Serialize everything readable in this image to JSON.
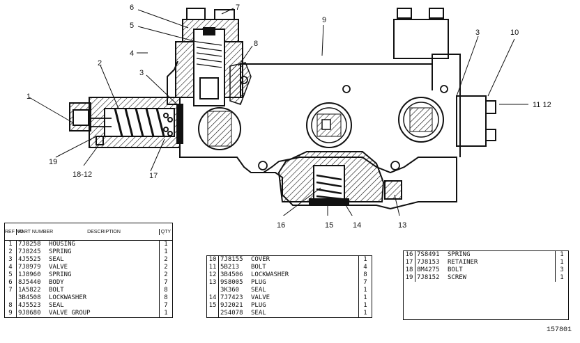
{
  "callouts": {
    "c1": "1",
    "c2": "2",
    "c3a": "3",
    "c3b": "3",
    "c4": "4",
    "c5": "5",
    "c6": "6",
    "c7": "7",
    "c8": "8",
    "c9": "9",
    "c10": "10",
    "c11": "11 12",
    "c13": "13",
    "c14": "14",
    "c15": "15",
    "c16": "16",
    "c17": "17",
    "c18": "18-12",
    "c19": "19"
  },
  "table_header": {
    "ref": "REF NO",
    "part": "PART NUMBER",
    "desc": "DESCRIPTION",
    "qty": "QTY"
  },
  "table1": [
    {
      "ref": "1",
      "part": "7J8258",
      "desc": "HOUSING",
      "qty": "1"
    },
    {
      "ref": "2",
      "part": "7J8245",
      "desc": "SPRING",
      "qty": "1"
    },
    {
      "ref": "3",
      "part": "4J5525",
      "desc": "SEAL",
      "qty": "2"
    },
    {
      "ref": "4",
      "part": "7J8979",
      "desc": "VALVE",
      "qty": "2"
    },
    {
      "ref": "5",
      "part": "1J8960",
      "desc": "SPRING",
      "qty": "2"
    },
    {
      "ref": "6",
      "part": "8J5440",
      "desc": "BODY",
      "qty": "7"
    },
    {
      "ref": "7",
      "part": "1A5822",
      "desc": "BOLT",
      "qty": "8"
    },
    {
      "ref": "",
      "part": "3B4508",
      "desc": "LOCKWASHER",
      "qty": "8"
    },
    {
      "ref": "8",
      "part": "4J5523",
      "desc": "SEAL",
      "qty": "7"
    },
    {
      "ref": "9",
      "part": "9J8680",
      "desc": "VALVE GROUP",
      "qty": "1"
    }
  ],
  "table2": [
    {
      "ref": "10",
      "part": "7J8155",
      "desc": "COVER",
      "qty": "1"
    },
    {
      "ref": "11",
      "part": "5B213",
      "desc": "BOLT",
      "qty": "4"
    },
    {
      "ref": "12",
      "part": "3B4506",
      "desc": "LOCKWASHER",
      "qty": "8"
    },
    {
      "ref": "13",
      "part": "9S8005",
      "desc": "PLUG",
      "qty": "7"
    },
    {
      "ref": "",
      "part": "3K360",
      "desc": "SEAL",
      "qty": "1"
    },
    {
      "ref": "14",
      "part": "7J7423",
      "desc": "VALVE",
      "qty": "1"
    },
    {
      "ref": "15",
      "part": "9J2021",
      "desc": "PLUG",
      "qty": "1"
    },
    {
      "ref": "",
      "part": "2S4078",
      "desc": "SEAL",
      "qty": "1"
    }
  ],
  "table3": [
    {
      "ref": "16",
      "part": "7S8491",
      "desc": "SPRING",
      "qty": "1"
    },
    {
      "ref": "17",
      "part": "7J8153",
      "desc": "RETAINER",
      "qty": "1"
    },
    {
      "ref": "18",
      "part": "8M4275",
      "desc": "BOLT",
      "qty": "3"
    },
    {
      "ref": "19",
      "part": "7J8152",
      "desc": "SCREW",
      "qty": "1"
    }
  ],
  "figure_number": "157801"
}
